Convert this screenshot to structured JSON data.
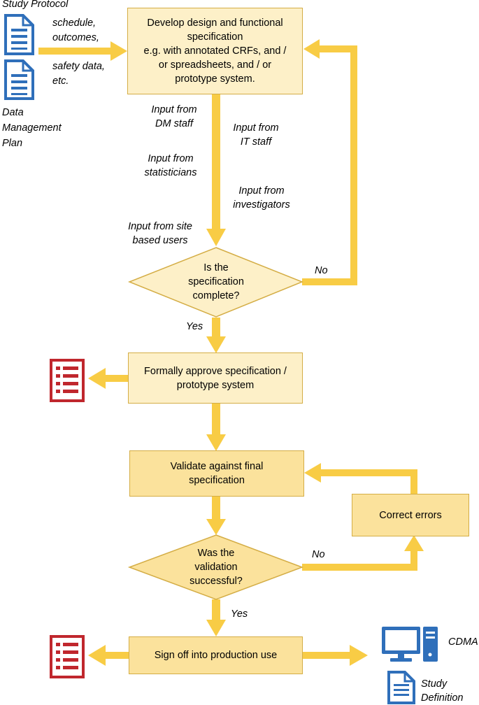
{
  "documents": {
    "study_protocol": "Study Protocol",
    "dm_plan_lines": [
      "Data",
      "Management",
      "Plan"
    ],
    "inputs_a": [
      "schedule,",
      "outcomes,"
    ],
    "inputs_b": [
      "safety data,",
      "etc."
    ]
  },
  "nodes": {
    "develop": [
      "Develop design and functional",
      "specification",
      "e.g. with annotated CRFs, and /",
      "or spreadsheets, and / or",
      "prototype system."
    ],
    "is_complete": [
      "Is the",
      "specification",
      "complete?"
    ],
    "approve": [
      "Formally approve specification /",
      "prototype system"
    ],
    "validate": [
      "Validate against final",
      "specification"
    ],
    "correct": "Correct errors",
    "was_successful": [
      "Was the",
      "validation",
      "successful?"
    ],
    "sign_off": "Sign off into production use"
  },
  "inputs": {
    "dm_staff": [
      "Input from",
      "DM staff"
    ],
    "it_staff": [
      "Input from",
      "IT staff"
    ],
    "statisticians": [
      "Input from",
      "statisticians"
    ],
    "investigators": [
      "Input from",
      "investigators"
    ],
    "site_users": [
      "Input from site",
      "based users"
    ]
  },
  "edges": {
    "no_1": "No",
    "yes_1": "Yes",
    "no_2": "No",
    "yes_2": "Yes"
  },
  "outputs": {
    "cdma": "CDMA",
    "study_definition": [
      "Study",
      "Definition"
    ]
  },
  "colors": {
    "arrow": "#f8cc45",
    "box_light": "#fdf0c8",
    "box_mid": "#fbe29c",
    "border": "#d4ad45",
    "doc_blue": "#2f6fba",
    "list_red": "#c0272d"
  }
}
